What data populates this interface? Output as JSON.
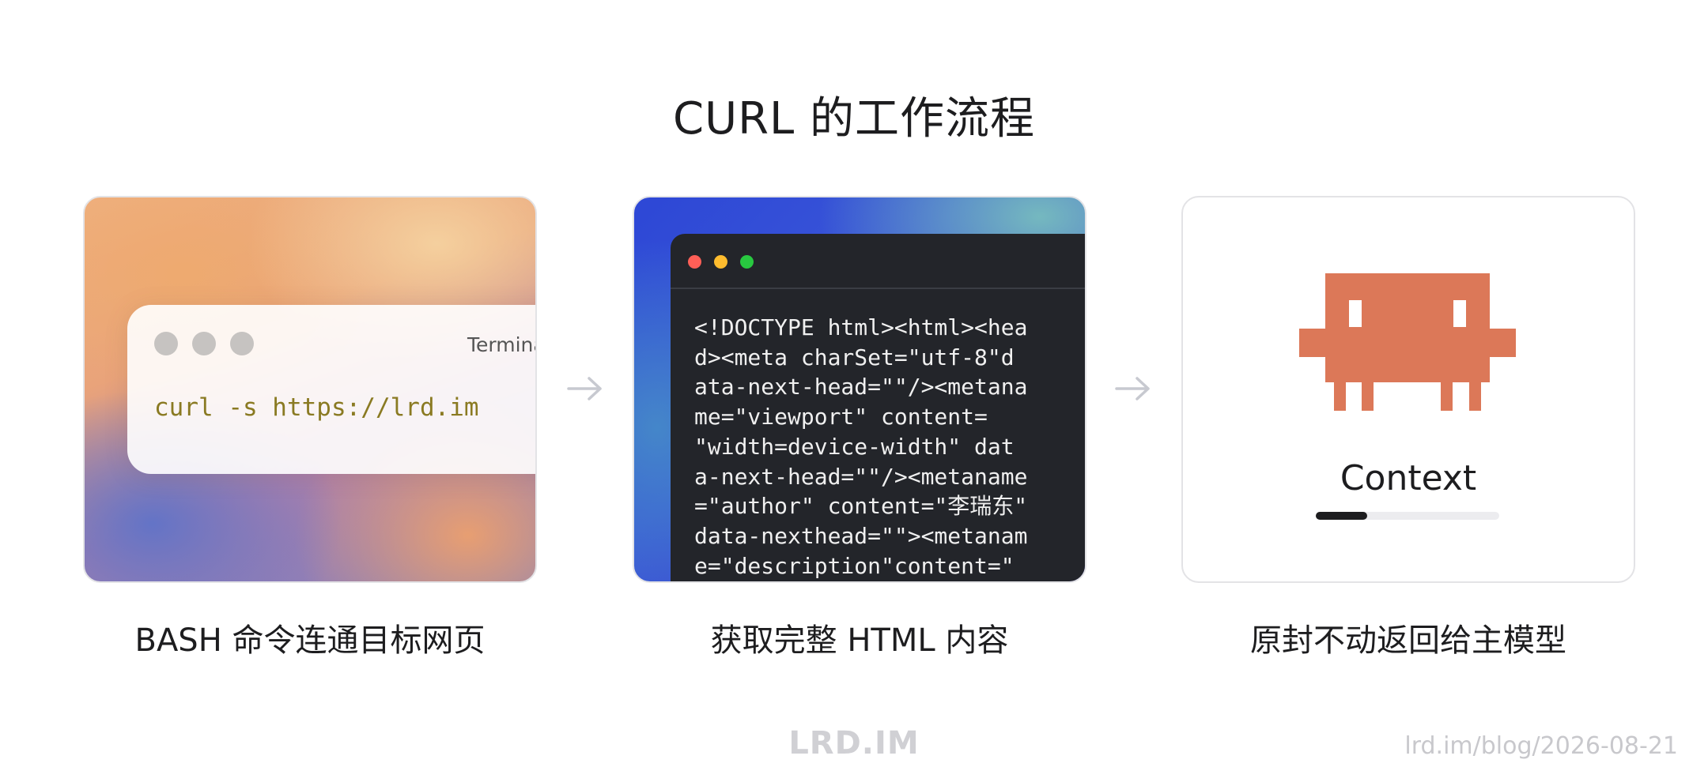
{
  "title": "CURL 的工作流程",
  "steps": [
    {
      "caption": "BASH  命令连通目标网页",
      "terminal_title": "Terminal",
      "command": "curl -s https://lrd.im"
    },
    {
      "caption": "获取完整 HTML 内容",
      "code_lines": [
        "<!DOCTYPE html><html><hea",
        "d><meta charSet=\"utf-8\"d",
        "ata-next-head=\"\"/><metana",
        "me=\"viewport\" content=",
        "\"width=device-width\" dat",
        "a-next-head=\"\"/><metaname",
        "=\"author\" content=\"李瑞东\"",
        "data-nexthead=\"\"><metanam",
        "e=\"description\"content=\""
      ]
    },
    {
      "caption": "原封不动返回给主模型",
      "label": "Context",
      "progress_fraction": 0.28,
      "icon": "pixel-creature-icon"
    }
  ],
  "wordmark": "LRD.IM",
  "footer_url": "lrd.im/blog/2026-08-21",
  "colors": {
    "mascot": "#dc7858",
    "command_text": "#8a7a22",
    "code_bg": "#23252a",
    "mac_red": "#ff5f57",
    "mac_yellow": "#febc2e",
    "mac_green": "#28c840"
  }
}
